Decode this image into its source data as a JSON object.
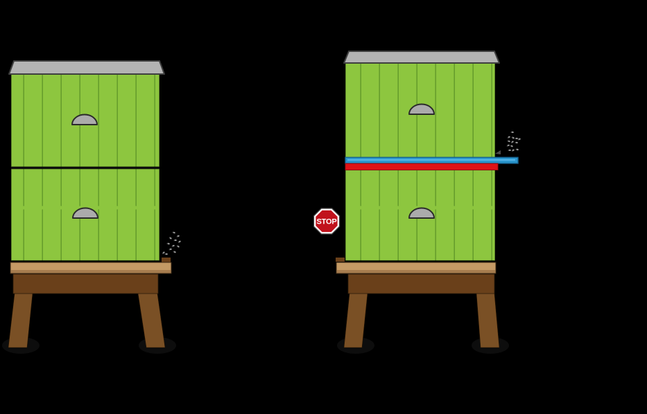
{
  "stop_sign": {
    "label": "STOP"
  },
  "scene": {
    "left_hive": "beehive-open-entrance",
    "right_hive": "beehive-blocked-entrance-with-excluder",
    "left_bee_count": 12,
    "right_bee_count": 14
  },
  "colors": {
    "background": "#000000",
    "hive_green": "#8dc63f",
    "plank_line": "#61992a",
    "roof_gray": "#b3b3b3",
    "handle_gray": "#ababab",
    "board_brown": "#c49a65",
    "board_shade": "#a67c4e",
    "stand_brown": "#6a401a",
    "leg_brown": "#7a5025",
    "shadow_black": "#0d0d0d",
    "divider_black": "#101010",
    "excluder_blue": "#2b96cd",
    "excluder_blue_light": "#56b5e8",
    "entrance_red": "#e01216",
    "stop_red": "#c1121c",
    "stop_white": "#ffffff",
    "bee_gray": "#9b9b9b",
    "bee_dark": "#4a4a4a"
  }
}
